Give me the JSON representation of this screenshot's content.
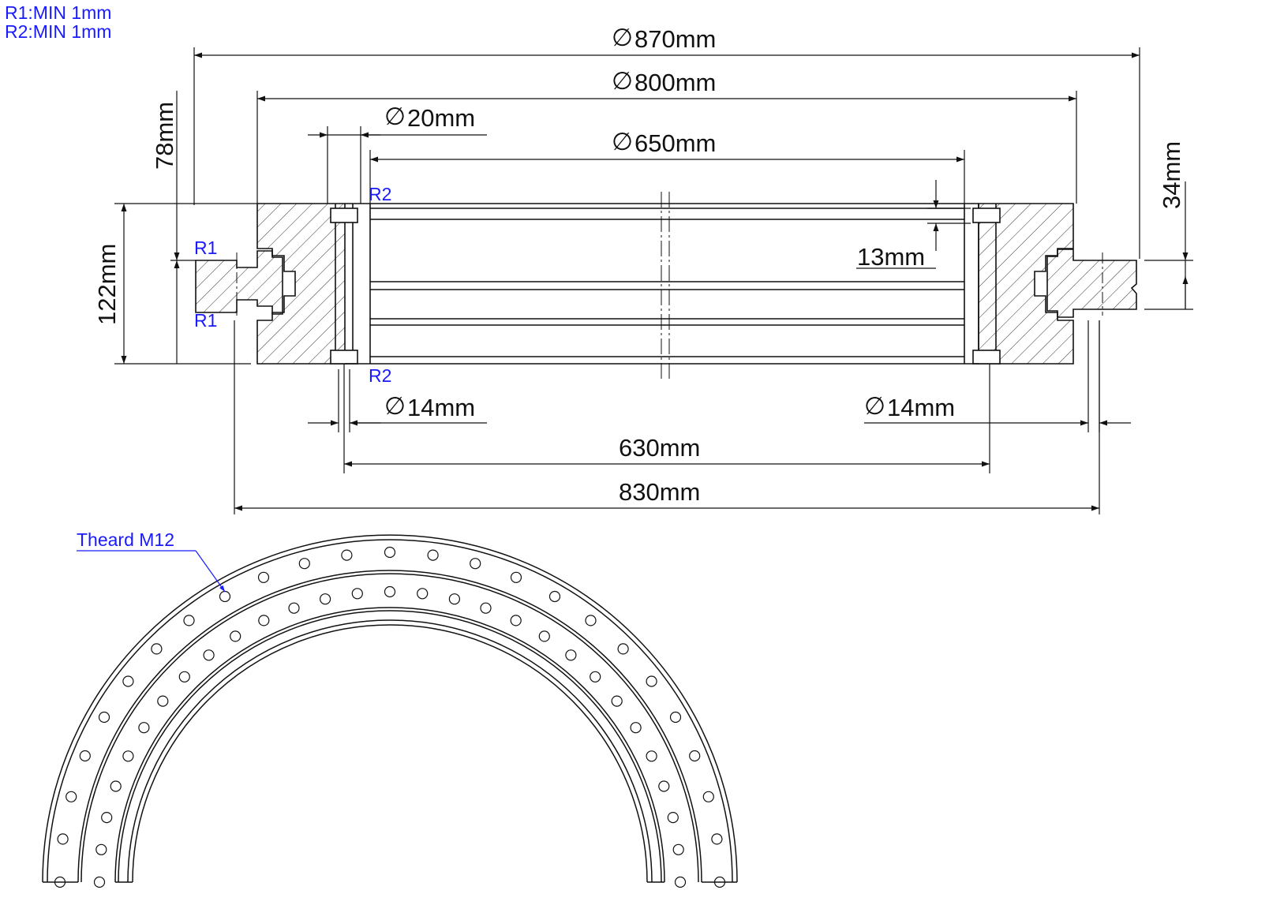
{
  "notes": {
    "r1": "R1:MIN 1mm",
    "r2": "R2:MIN 1mm"
  },
  "dimensions": {
    "d870": "870mm",
    "d800": "800mm",
    "d20": "20mm",
    "d650": "650mm",
    "h78": "78mm",
    "h34": "34mm",
    "h122": "122mm",
    "h13": "13mm",
    "d14_left": "14mm",
    "d14_right": "14mm",
    "w630": "630mm",
    "w830": "830mm"
  },
  "radius_labels": {
    "r1_top": "R1",
    "r1_bottom": "R1",
    "r2_top": "R2",
    "r2_bottom": "R2"
  },
  "callout": {
    "thread": "Theard M12"
  },
  "colors": {
    "line": "#111111",
    "annotation": "#1a1aff",
    "background": "#ffffff"
  }
}
